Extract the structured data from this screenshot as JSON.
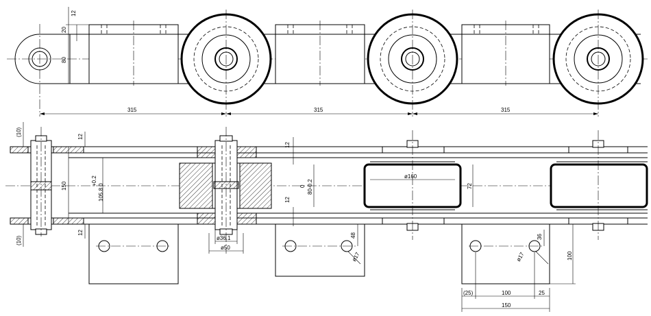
{
  "drawing": {
    "top_view": {
      "pitch_labels": [
        "315",
        "315",
        "315"
      ],
      "dim_12": "12",
      "dim_20": "20",
      "dim_80": "80"
    },
    "bottom_view": {
      "dim_10_top": "(10)",
      "dim_10_bottom": "(10)",
      "dim_12_tl": "12",
      "dim_12_bl": "12",
      "dim_150": "150",
      "tol_upper": "+0.2",
      "dim_105": "105.8  0",
      "dim_12_mid_top": "12",
      "dim_12_mid_bottom": "12",
      "tol_zero": "0",
      "dim_80_tol": "80-0.2",
      "dim_d160": "ø160",
      "dim_72": "72",
      "dim_d36": "ø36.1",
      "dim_d50": "ø50",
      "dim_48": "48",
      "dim_d17_a": "ø17",
      "dim_d17_b": "ø17",
      "dim_36": "36",
      "dim_100_v": "100",
      "dim_25_paren": "(25)",
      "dim_100_h": "100",
      "dim_25": "25",
      "dim_150_bottom": "150"
    }
  },
  "colors": {
    "line": "#000000",
    "paper": "#ffffff"
  }
}
